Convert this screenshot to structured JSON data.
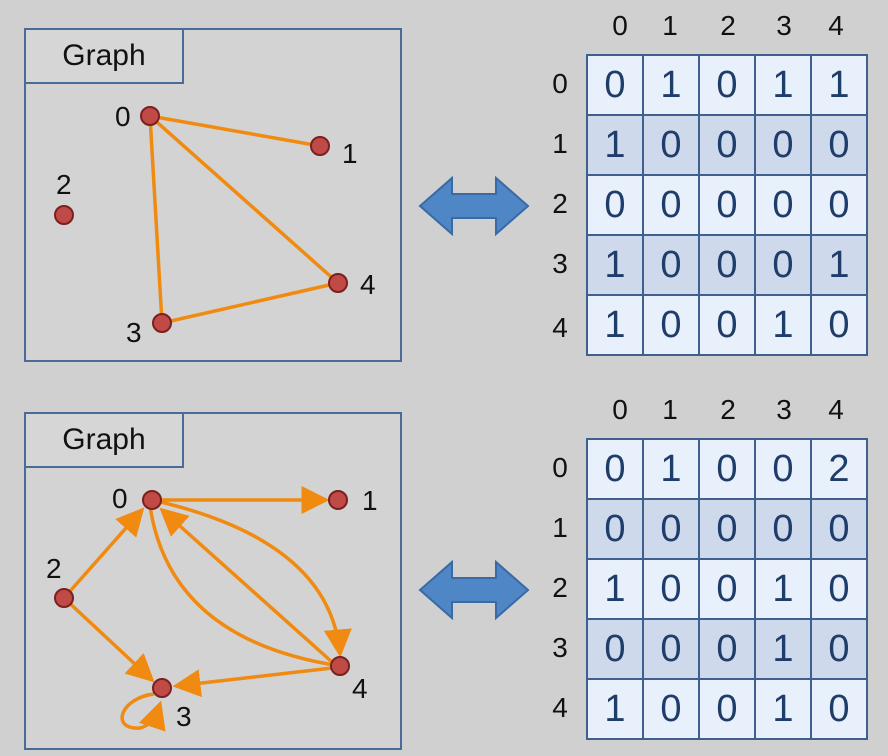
{
  "tab_label": "Graph",
  "top": {
    "column_headers": [
      "0",
      "1",
      "2",
      "3",
      "4"
    ],
    "row_headers": [
      "0",
      "1",
      "2",
      "3",
      "4"
    ],
    "matrix": [
      [
        "0",
        "1",
        "0",
        "1",
        "1"
      ],
      [
        "1",
        "0",
        "0",
        "0",
        "0"
      ],
      [
        "0",
        "0",
        "0",
        "0",
        "0"
      ],
      [
        "1",
        "0",
        "0",
        "0",
        "1"
      ],
      [
        "1",
        "0",
        "0",
        "1",
        "0"
      ]
    ],
    "node_labels": [
      "0",
      "1",
      "2",
      "3",
      "4"
    ]
  },
  "bottom": {
    "column_headers": [
      "0",
      "1",
      "2",
      "3",
      "4"
    ],
    "row_headers": [
      "0",
      "1",
      "2",
      "3",
      "4"
    ],
    "matrix": [
      [
        "0",
        "1",
        "0",
        "0",
        "2"
      ],
      [
        "0",
        "0",
        "0",
        "0",
        "0"
      ],
      [
        "1",
        "0",
        "0",
        "1",
        "0"
      ],
      [
        "0",
        "0",
        "0",
        "1",
        "0"
      ],
      [
        "1",
        "0",
        "0",
        "1",
        "0"
      ]
    ],
    "node_labels": [
      "0",
      "1",
      "2",
      "3",
      "4"
    ]
  },
  "colors": {
    "edge": "#f08a10",
    "node": "#c04a45",
    "frame": "#4a6a9a",
    "arrow": "#4f86c6"
  },
  "icons": {
    "converter": "double-arrow-icon"
  }
}
